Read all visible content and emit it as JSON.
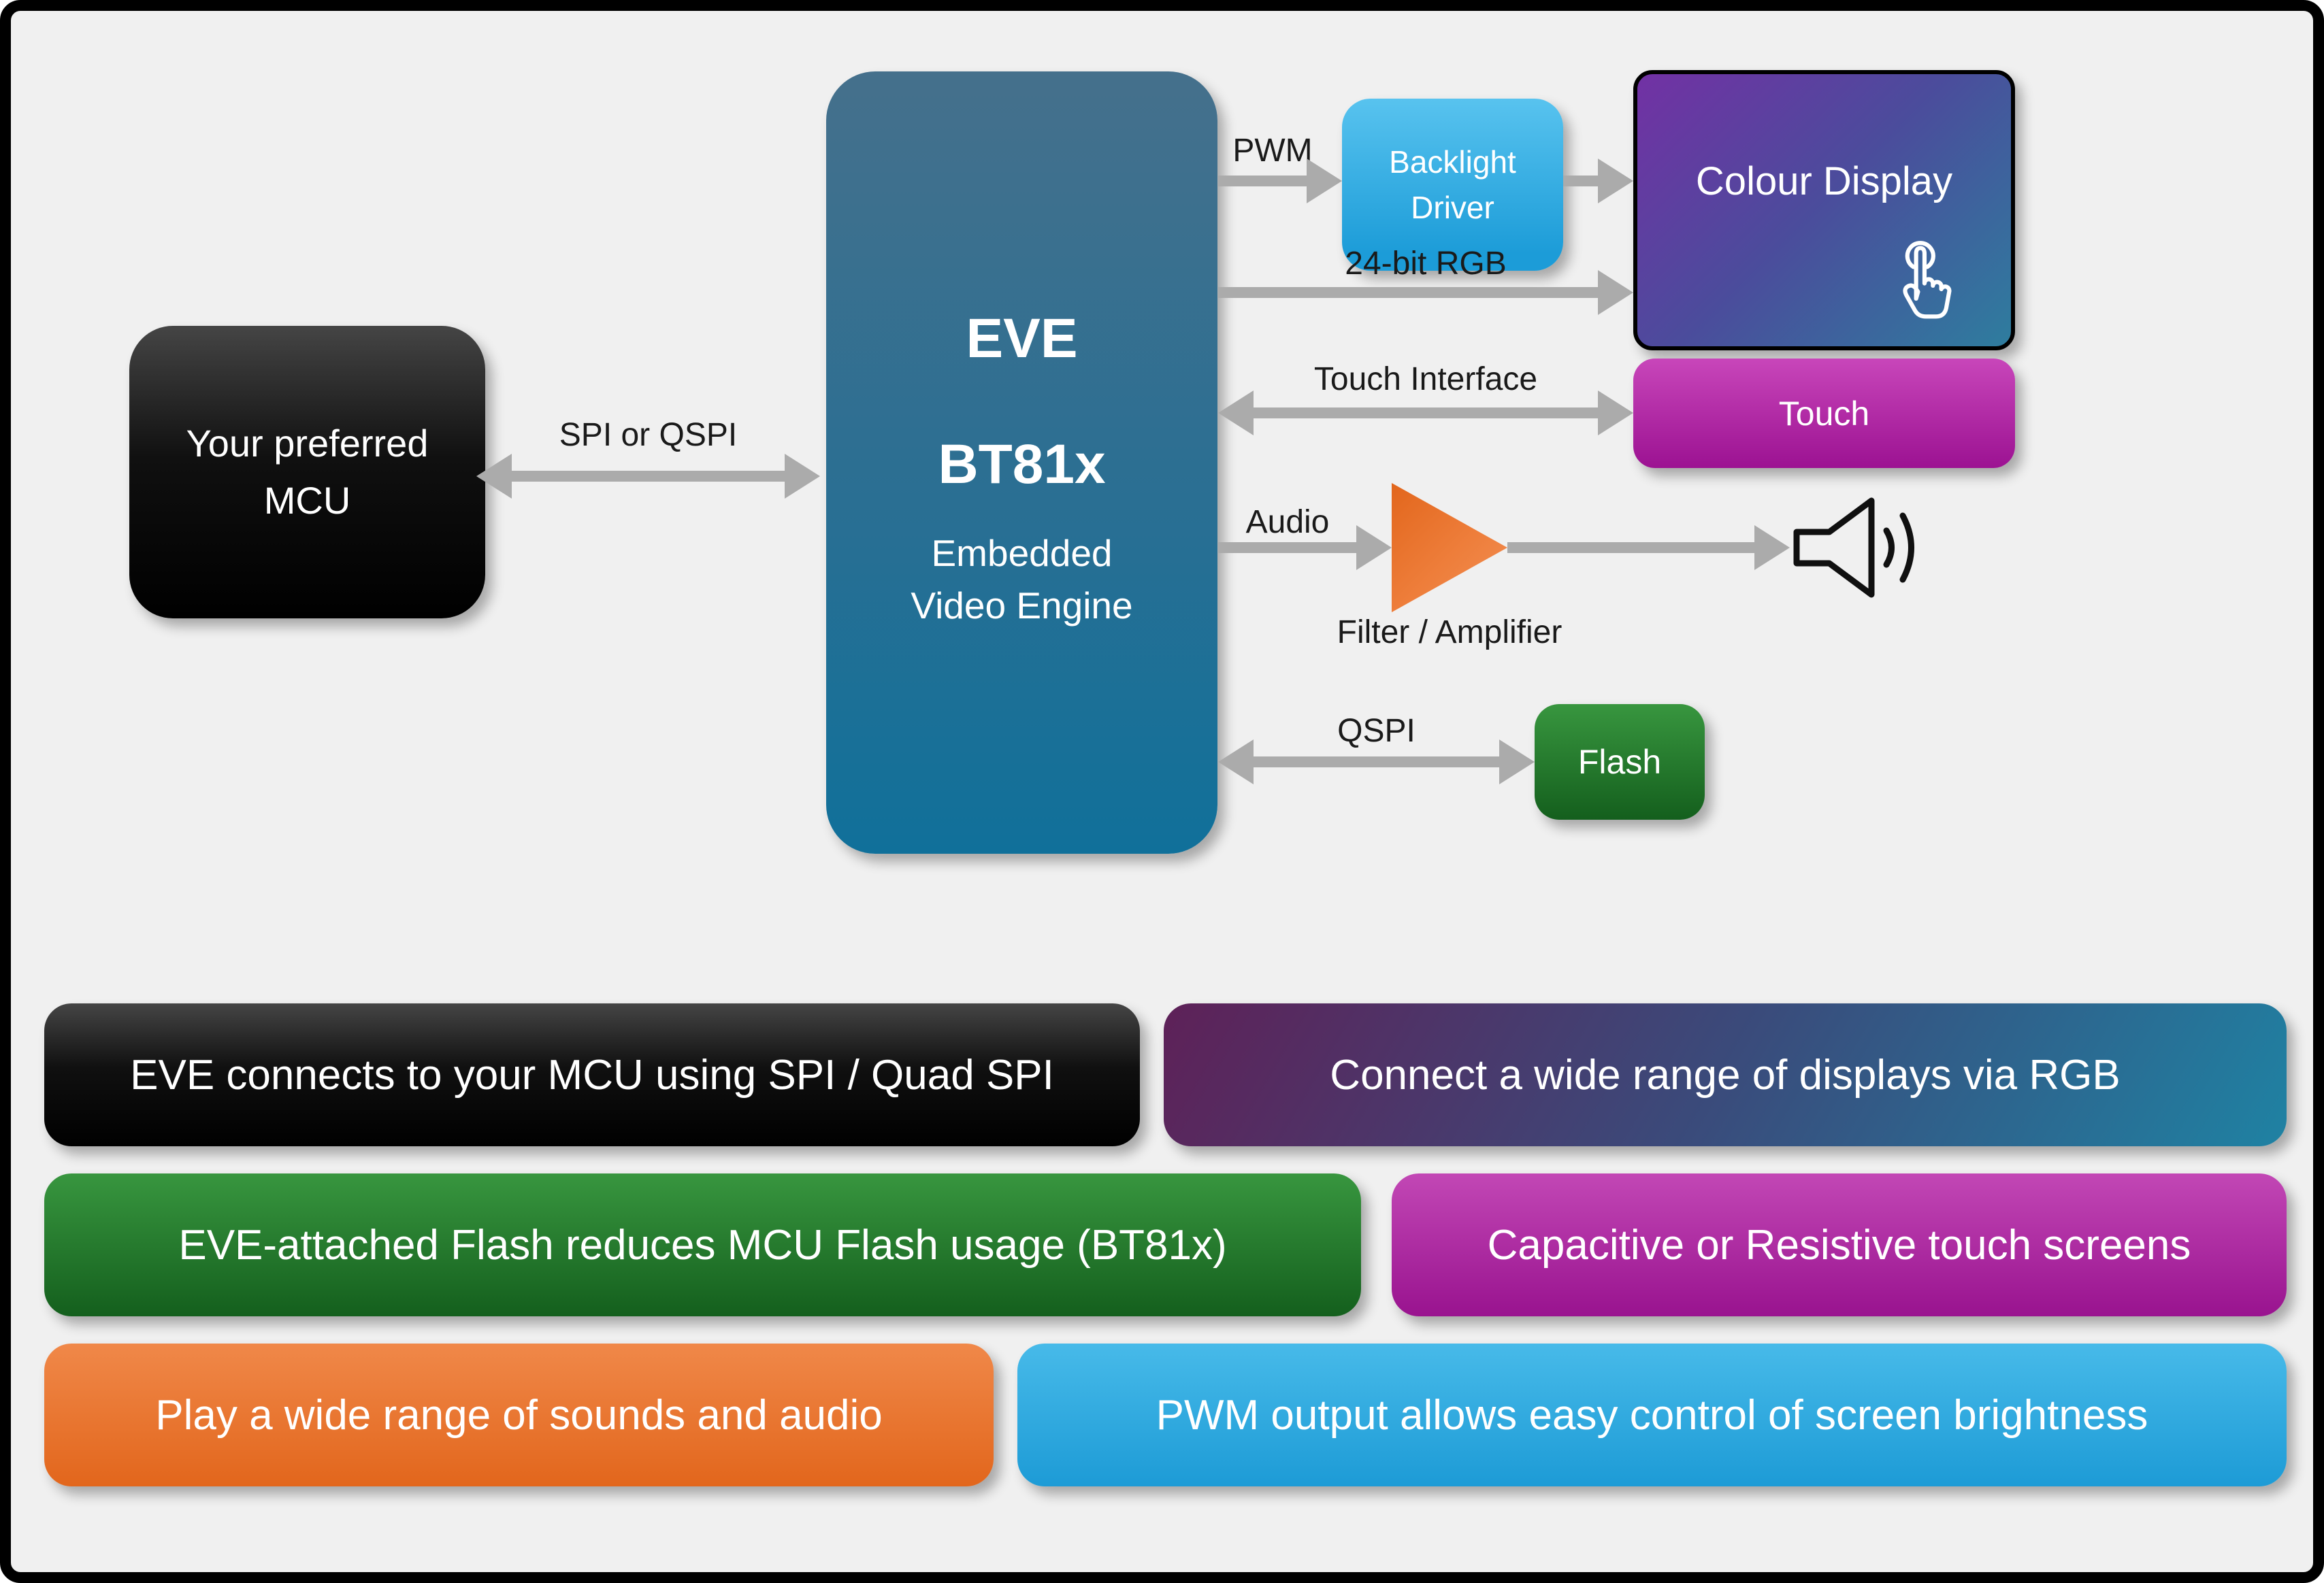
{
  "colors": {
    "background": "#F0F0F0",
    "frame_border": "#000000",
    "arrow_gray": "#ABABAB",
    "label_text": "#1A1A1A",
    "box_text": "#FFFFFF",
    "mcu_black": "#000000",
    "eve_teal": "#10709A",
    "backlight_blue": "#29ABE2",
    "display_purple": "#7231A4",
    "display_teal": "#2E7D9E",
    "touch_magenta": "#A31599",
    "flash_green": "#1E7A28",
    "amp_orange": "#E8722A",
    "banner_blue": "#29A8E0",
    "banner_orange": "#E8722A"
  },
  "diagram": {
    "mcu": {
      "line1": "Your preferred",
      "line2": "MCU"
    },
    "eve": {
      "title": "EVE",
      "model": "BT81x",
      "desc1": "Embedded",
      "desc2": "Video Engine"
    },
    "backlight": {
      "line1": "Backlight",
      "line2": "Driver"
    },
    "display": {
      "label": "Colour Display"
    },
    "touch": {
      "label": "Touch"
    },
    "flash": {
      "label": "Flash"
    },
    "connections": {
      "spi": "SPI or QSPI",
      "pwm": "PWM",
      "rgb": "24-bit RGB",
      "touch_interface": "Touch Interface",
      "audio": "Audio",
      "amplifier": "Filter / Amplifier",
      "qspi": "QSPI"
    },
    "icons": {
      "touch_tap": "touch-tap-icon",
      "speaker": "speaker-icon",
      "amplifier": "amplifier-triangle"
    }
  },
  "banners": [
    {
      "id": "spi",
      "text": "EVE connects to your MCU using SPI / Quad SPI"
    },
    {
      "id": "rgb",
      "text": "Connect a wide range of displays via RGB"
    },
    {
      "id": "flash",
      "text": "EVE-attached Flash reduces MCU Flash usage (BT81x)"
    },
    {
      "id": "touch",
      "text": "Capacitive or Resistive touch screens"
    },
    {
      "id": "audio",
      "text": "Play a wide range of sounds and audio"
    },
    {
      "id": "pwm",
      "text": "PWM output allows easy control of screen brightness"
    }
  ]
}
